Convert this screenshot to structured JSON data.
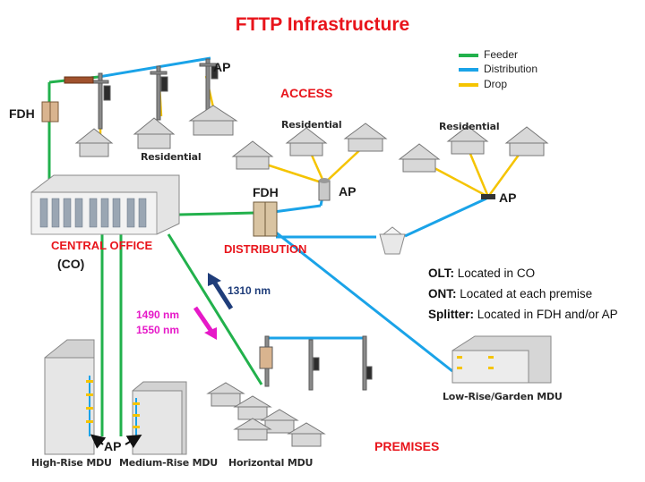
{
  "title": "FTTP Infrastructure",
  "legend": [
    {
      "label": "Feeder",
      "color": "#22b14c"
    },
    {
      "label": "Distribution",
      "color": "#1aa3e8"
    },
    {
      "label": "Drop",
      "color": "#f5c400"
    }
  ],
  "labels": {
    "ap_top": "AP",
    "fdh_left": "FDH",
    "residential_1": "Residential",
    "access": "ACCESS",
    "residential_2": "Residential",
    "residential_3": "Residential",
    "fdh_dist": "FDH",
    "ap_mid": "AP",
    "ap_right": "AP",
    "central_office": "CENTRAL OFFICE",
    "co": "(CO)",
    "distribution": "DISTRIBUTION",
    "upstream": "1310 nm",
    "downstream_1": "1490 nm",
    "downstream_2": "1550 nm",
    "ap_bottom": "AP",
    "high_rise": "High-Rise MDU",
    "medium_rise": "Medium-Rise MDU",
    "horizontal": "Horizontal MDU",
    "premises": "PREMISES",
    "low_rise": "Low-Rise/Garden MDU"
  },
  "notes": [
    {
      "term": "OLT:",
      "text": "Located in CO"
    },
    {
      "term": "ONT:",
      "text": "Located at each premise"
    },
    {
      "term": "Splitter:",
      "text": "Located in FDH and/or AP"
    }
  ],
  "colors": {
    "feeder": "#22b14c",
    "distribution": "#1aa3e8",
    "drop": "#f5c400",
    "accent_red": "#e8141b",
    "upstream_arrow": "#1f3d7a",
    "downstream_arrow": "#e619c8"
  }
}
